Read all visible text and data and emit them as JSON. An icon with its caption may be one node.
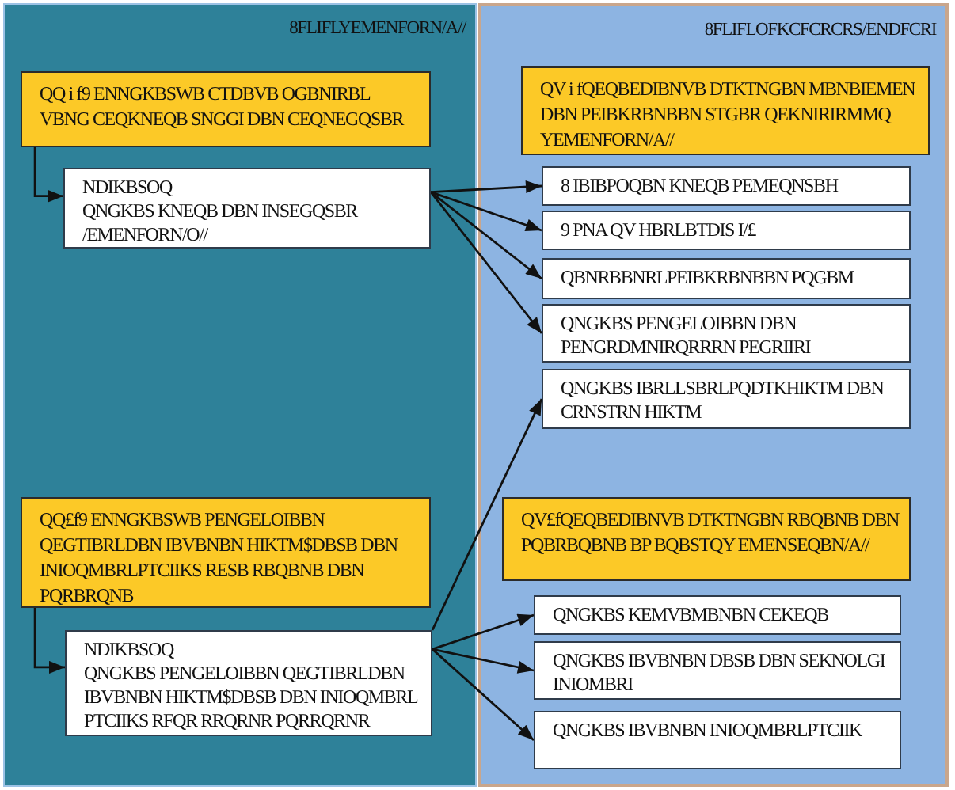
{
  "diagram": {
    "nodes": [
      {
        "text": [
          "8FLIFLYEMENFORN/A//"
        ]
      },
      {
        "text": [
          "QQ i f9 ENNGKBSWB CTDBVB OGBNIRBL VBNG CEQKNEQB SNGGI DBN CEQNEGQSBR"
        ],
        "in": 0
      },
      {
        "text": [
          "NDIKBSOQ",
          "QNGKBS KNEQB DBN INSEGQSBR /EMENFORN/O//"
        ],
        "in": 0
      },
      {
        "text": [
          "QQ£f9 ENNGKBSWB PENGELOIBBN QEGTIBRLDBN IBVBNBN HIKTM$DBSB DBN INIOQMBRLPTCIIKS RESB RBQBNB DBN PQRBRQNB"
        ],
        "in": 0
      },
      {
        "text": [
          "NDIKBSOQ",
          "QNGKBS PENGELOIBBN QEGTIBRLDBN IBVBNBN HIKTM$DBSB DBN INIOQMBRL PTCIIKS RFQR RRQRNR PQRRQRNR"
        ],
        "in": 0
      },
      {
        "text": [
          "8FLIFLOFKCFCRCRS/ENDFCRI"
        ]
      },
      {
        "text": [
          "QV i fQEQBEDIBNVB DTKTNGBN MBNBIEMEN DBN PEIBKRBNBBN STGBR QEKNIRIRMMQ YEMENFORN/A//"
        ],
        "in": 5
      },
      {
        "text": [
          "8 IBIBPOQBN KNEQB PEMEQNSBH"
        ],
        "in": 5
      },
      {
        "text": [
          "9 PNA QV HBRLBTDIS I/£"
        ],
        "in": 5
      },
      {
        "text": [
          "QBNRBBNRLPEIBKRBNBBN PQGBM"
        ],
        "in": 5
      },
      {
        "text": [
          "QNGKBS PENGELOIBBN DBN PENGRDMNIRQRRRN PEGRIIRI"
        ],
        "in": 5
      },
      {
        "text": [
          "QNGKBS IBRLLSBRLPQDTKHIKTM DBN CRNSTRN HIKTM"
        ],
        "in": 5
      },
      {
        "text": [
          "QV£fQEQBEDIBNVB DTKTNGBN RBQBNB DBN PQBRBQBNB BP BQBSTQY EMENSEQBN/A//"
        ],
        "in": 5
      },
      {
        "text": [
          "QNGKBS KEMVBMBNBN CEKEQB"
        ],
        "in": 5
      },
      {
        "text": [
          "QNGKBS IBVBNBN DBSB DBN SEKNOLGI INIOMBRI"
        ],
        "in": 5
      },
      {
        "text": [
          "QNGKBS IBVBNBN INIOQMBRLPTCIIK"
        ],
        "in": 5
      }
    ],
    "edges": [
      {
        "from": 1,
        "to": 2,
        "arrow": "to"
      },
      {
        "from": 2,
        "to": 7,
        "arrow": "to"
      },
      {
        "from": 2,
        "to": 8,
        "arrow": "to"
      },
      {
        "from": 2,
        "to": 9,
        "arrow": "to"
      },
      {
        "from": 2,
        "to": 10,
        "arrow": "to"
      },
      {
        "from": 3,
        "to": 4,
        "arrow": "to"
      },
      {
        "from": 4,
        "to": 11,
        "arrow": "to"
      },
      {
        "from": 4,
        "to": 13,
        "arrow": "to"
      },
      {
        "from": 4,
        "to": 14,
        "arrow": "to"
      },
      {
        "from": 4,
        "to": 15,
        "arrow": "to"
      }
    ]
  }
}
